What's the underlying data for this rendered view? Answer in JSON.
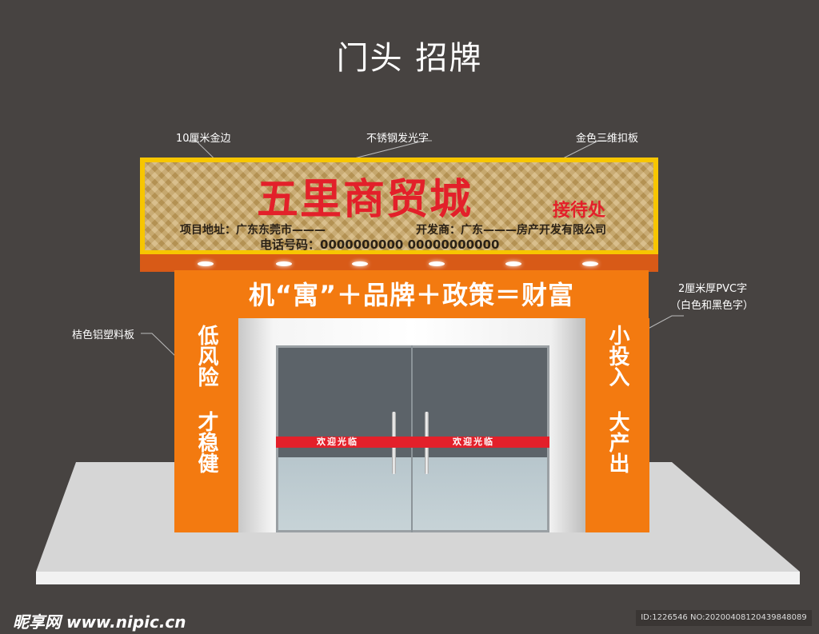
{
  "title": "门头 招牌",
  "annotations": {
    "gold_edge": "10厘米金边",
    "steel_letters": "不锈钢发光字",
    "gold_panel": "金色三维扣板",
    "pvc_letters": "2厘米厚PVC字",
    "pvc_colors": "（白色和黑色字）",
    "aluminum_panel": "桔色铝塑料板"
  },
  "sign": {
    "name": "五里商贸城",
    "sub": "接待处",
    "address": "项目地址：广东东莞市———",
    "developer": "开发商：广东———房产开发有限公司",
    "phone": "电话号码：0000000000 00000000000",
    "border_color": "#f7c600",
    "text_color": "#e3202a"
  },
  "facade": {
    "slogan": "机“寓”＋品牌＋政策＝财富",
    "left_column": "低风险 才稳健",
    "right_column": "小投入 大产出",
    "color": "#f37a10"
  },
  "door": {
    "banner_left": "欢迎光临",
    "banner_right": "欢迎光临"
  },
  "watermark": {
    "logo": "昵享网 www.nipic.cn",
    "id": "ID:1226546 NO:20200408120439848089"
  }
}
